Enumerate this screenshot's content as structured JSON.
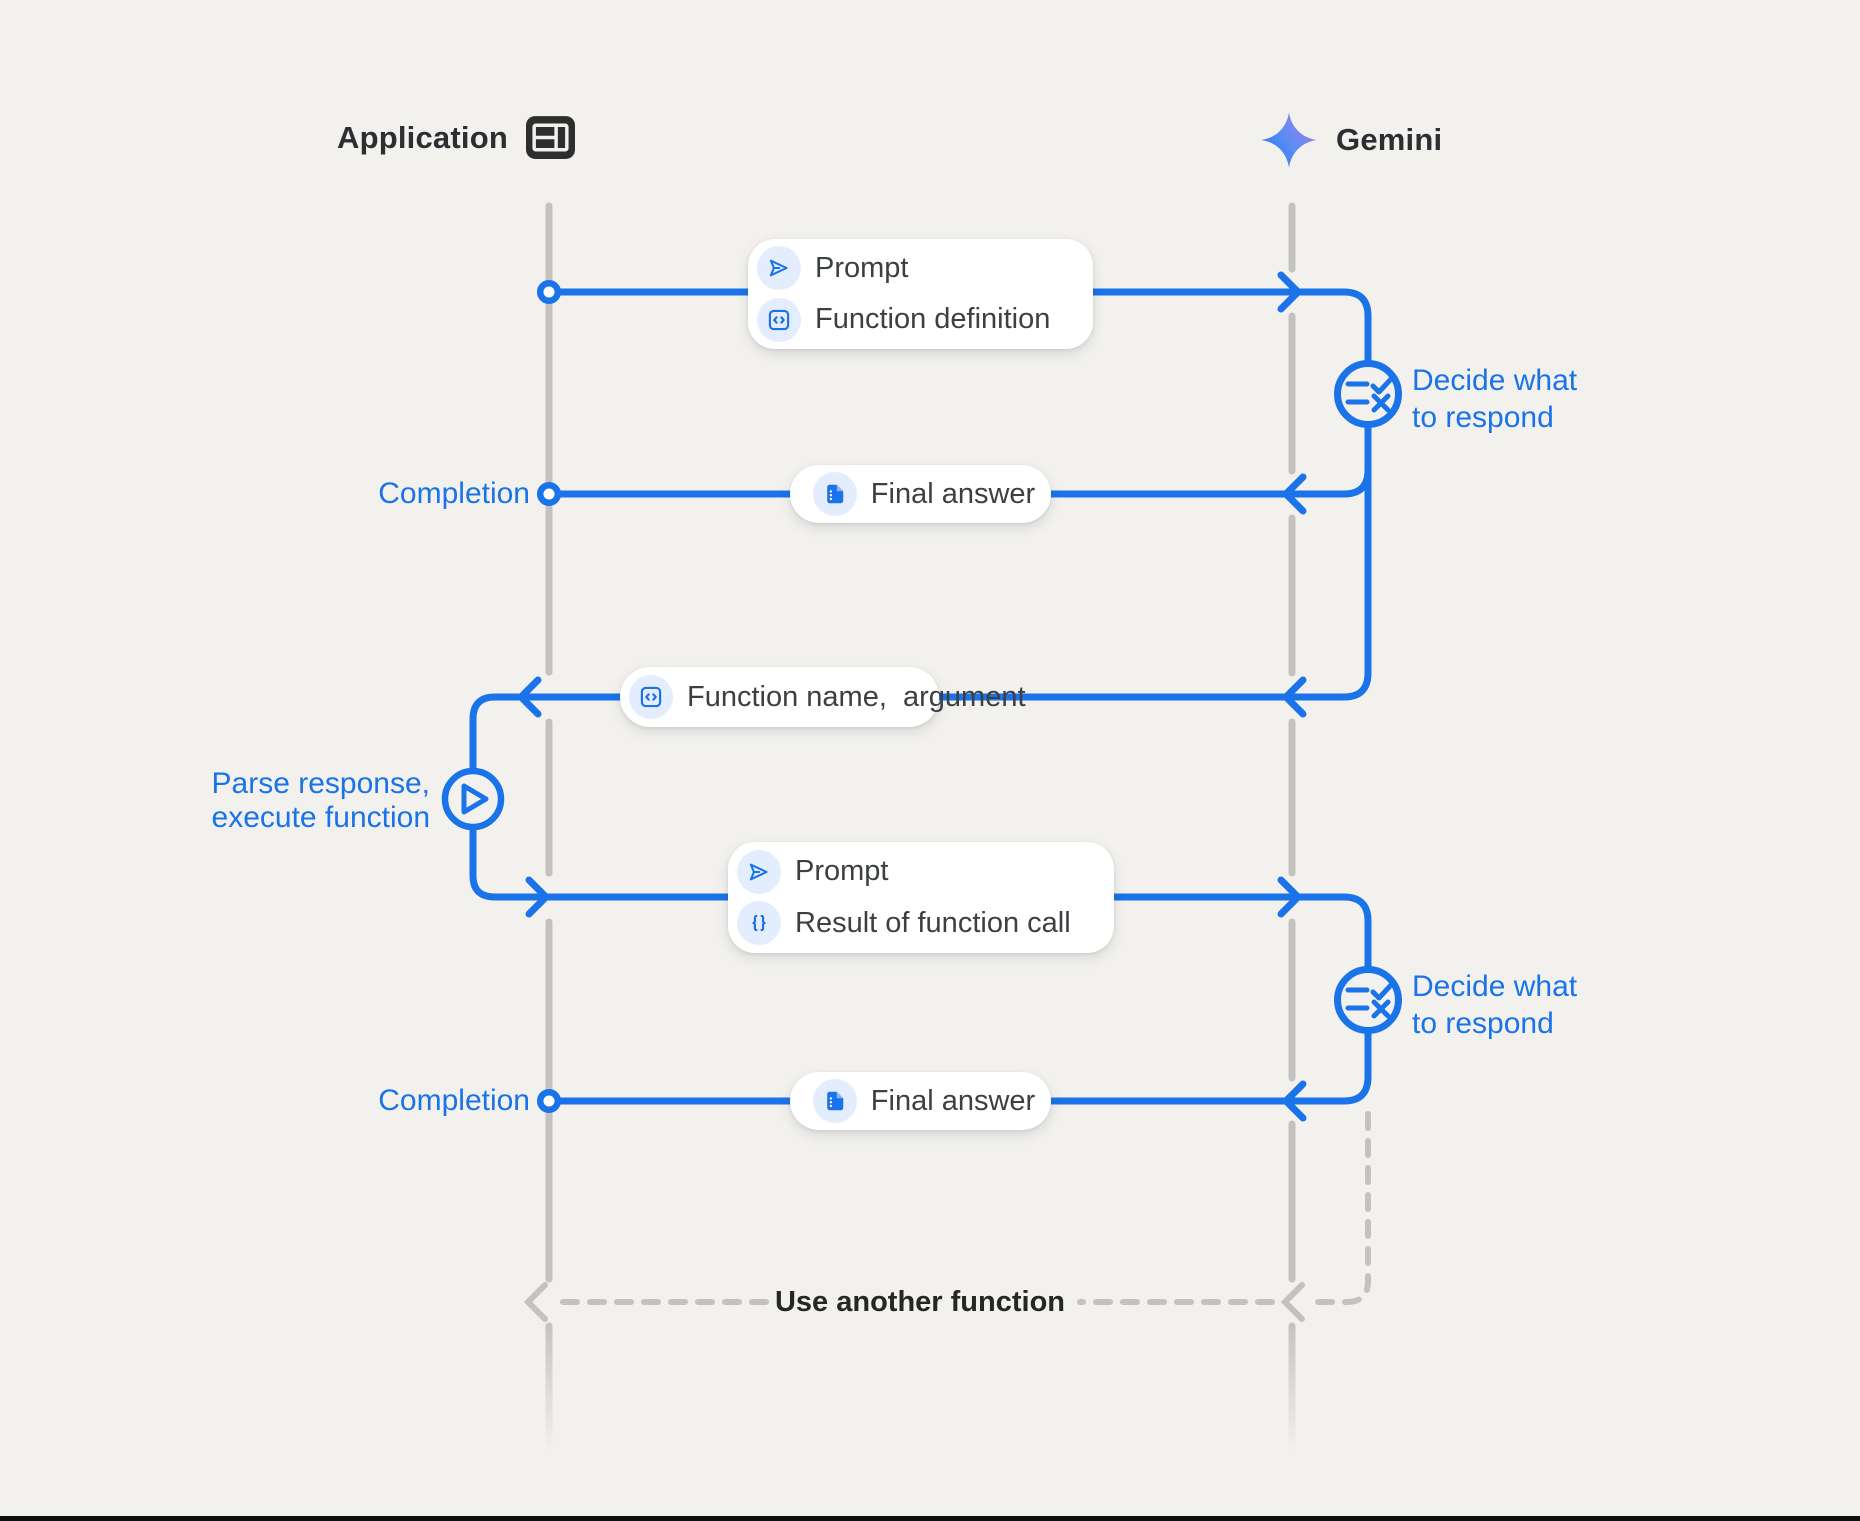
{
  "actors": {
    "application": {
      "label": "Application",
      "icon": "app-window-icon"
    },
    "gemini": {
      "label": "Gemini",
      "icon": "gemini-sparkle-icon"
    }
  },
  "cards": {
    "prompt1": {
      "rows": [
        {
          "icon": "send-icon",
          "label": "Prompt"
        },
        {
          "icon": "code-icon",
          "label": "Function definition"
        }
      ]
    },
    "final_answer_1": {
      "icon": "document-icon",
      "label": "Final answer"
    },
    "function_call": {
      "icon": "code-icon",
      "label": "Function name,  argument"
    },
    "prompt2": {
      "rows": [
        {
          "icon": "send-icon",
          "label": "Prompt"
        },
        {
          "icon": "braces-icon",
          "label": "Result of function call"
        }
      ]
    },
    "final_answer_2": {
      "icon": "document-icon",
      "label": "Final answer"
    }
  },
  "annotations": {
    "completion_1": "Completion",
    "completion_2": "Completion",
    "decide_1": {
      "line1": "Decide what",
      "line2": "to respond"
    },
    "decide_2": {
      "line1": "Decide what",
      "line2": "to respond"
    },
    "parse": {
      "line1": "Parse response,",
      "line2": "execute function"
    },
    "use_another_function": "Use another function"
  },
  "colors": {
    "accent_blue": "#1a73e8",
    "icon_circle_bg": "#e4edfd",
    "lifeline_gray": "#c4c2c0",
    "background": "#f2f1ee",
    "card_text": "#3c4043",
    "header_text": "#2c2e31"
  }
}
